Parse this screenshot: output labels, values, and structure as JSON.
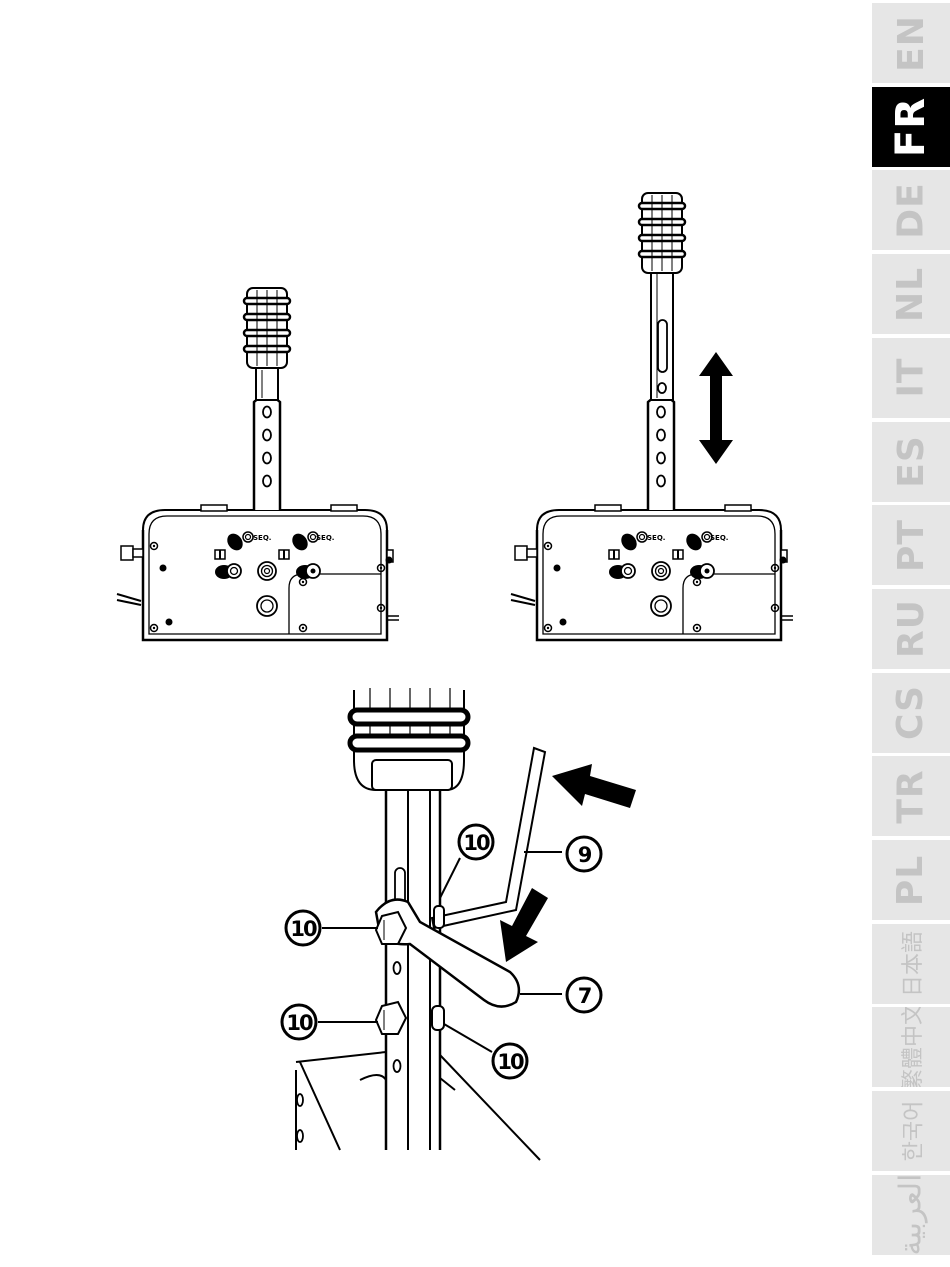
{
  "languages": [
    {
      "code": "EN",
      "active": false
    },
    {
      "code": "FR",
      "active": true
    },
    {
      "code": "DE",
      "active": false
    },
    {
      "code": "NL",
      "active": false
    },
    {
      "code": "IT",
      "active": false
    },
    {
      "code": "ES",
      "active": false
    },
    {
      "code": "PT",
      "active": false
    },
    {
      "code": "RU",
      "active": false
    },
    {
      "code": "CS",
      "active": false
    },
    {
      "code": "TR",
      "active": false
    },
    {
      "code": "PL",
      "active": false
    },
    {
      "code": "日本語",
      "active": false
    },
    {
      "code": "繁體中文",
      "active": false
    },
    {
      "code": "한국어",
      "active": false
    },
    {
      "code": "العربية",
      "active": false
    }
  ],
  "device_labels": {
    "seq_left": "SEQ.",
    "seq_right": "SEQ."
  },
  "callouts": {
    "nut_upper_right": "10",
    "hex_key": "9",
    "nut_upper_left": "10",
    "wrench": "7",
    "nut_lower_left": "10",
    "nut_lower_right": "10"
  },
  "colors": {
    "active_tab_bg": "#000000",
    "active_tab_text": "#ffffff",
    "inactive_tab_bg": "#e6e6e6",
    "inactive_tab_text": "#c4c4c4",
    "line_art": "#000000"
  }
}
